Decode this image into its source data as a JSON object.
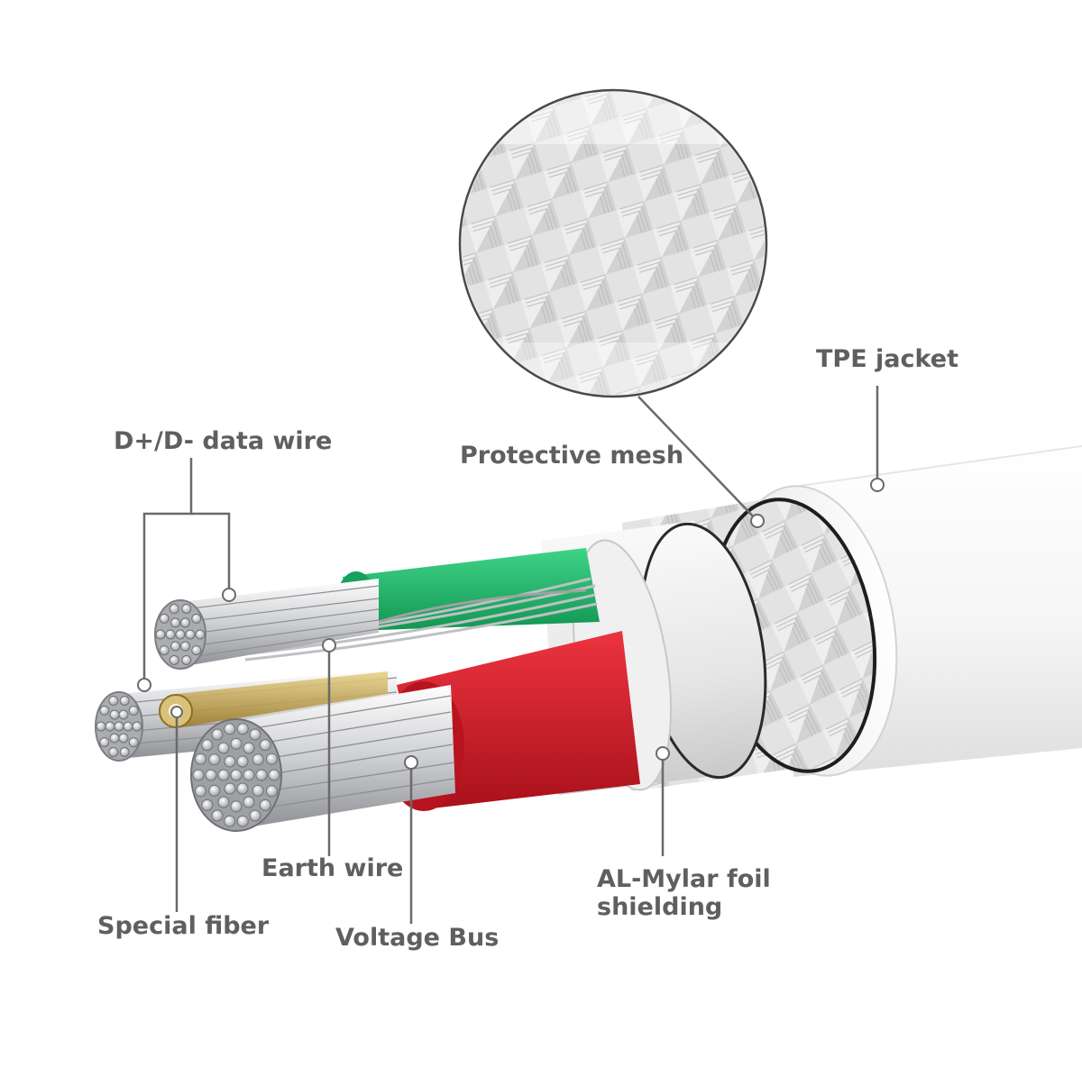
{
  "labels": {
    "tpe_jacket": "TPE jacket",
    "protective_mesh": "Protective mesh",
    "data_wire": "D+/D- data wire",
    "earth_wire": "Earth wire",
    "special_fiber": "Special fiber",
    "voltage_bus": "Voltage Bus",
    "mylar_line1": "AL-Mylar foil",
    "mylar_line2": "shielding"
  },
  "colors": {
    "label_text": "#5f5f5f",
    "leader_line": "#6a6a6a",
    "jacket": "#f6f6f6",
    "green_insulation": "#23b36b",
    "red_insulation": "#d11f2b",
    "copper_strand": "#d8d8da",
    "fiber_gold": "#c9a94a",
    "foil_ring": "#e8e8e8"
  }
}
